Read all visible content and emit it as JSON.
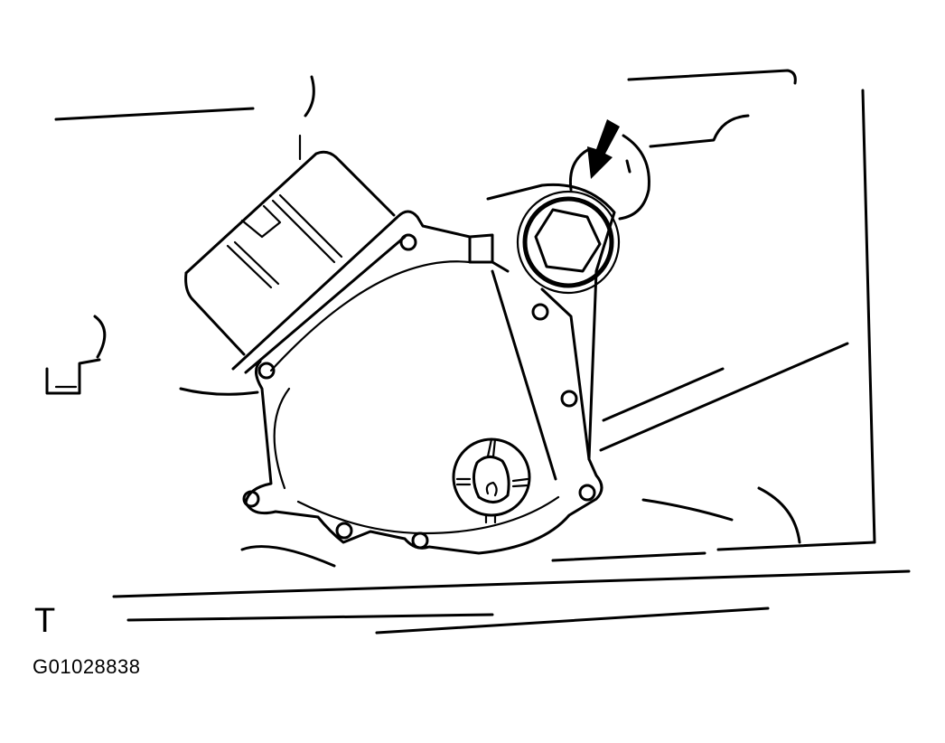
{
  "figure": {
    "subject": "Park/neutral position switch mounted on transmission case",
    "orientation_mark": "T",
    "figure_id": "G01028838",
    "callout": "arrow pointing to switch pivot bolt",
    "colors": {
      "line": "#000000",
      "background": "#ffffff"
    }
  }
}
